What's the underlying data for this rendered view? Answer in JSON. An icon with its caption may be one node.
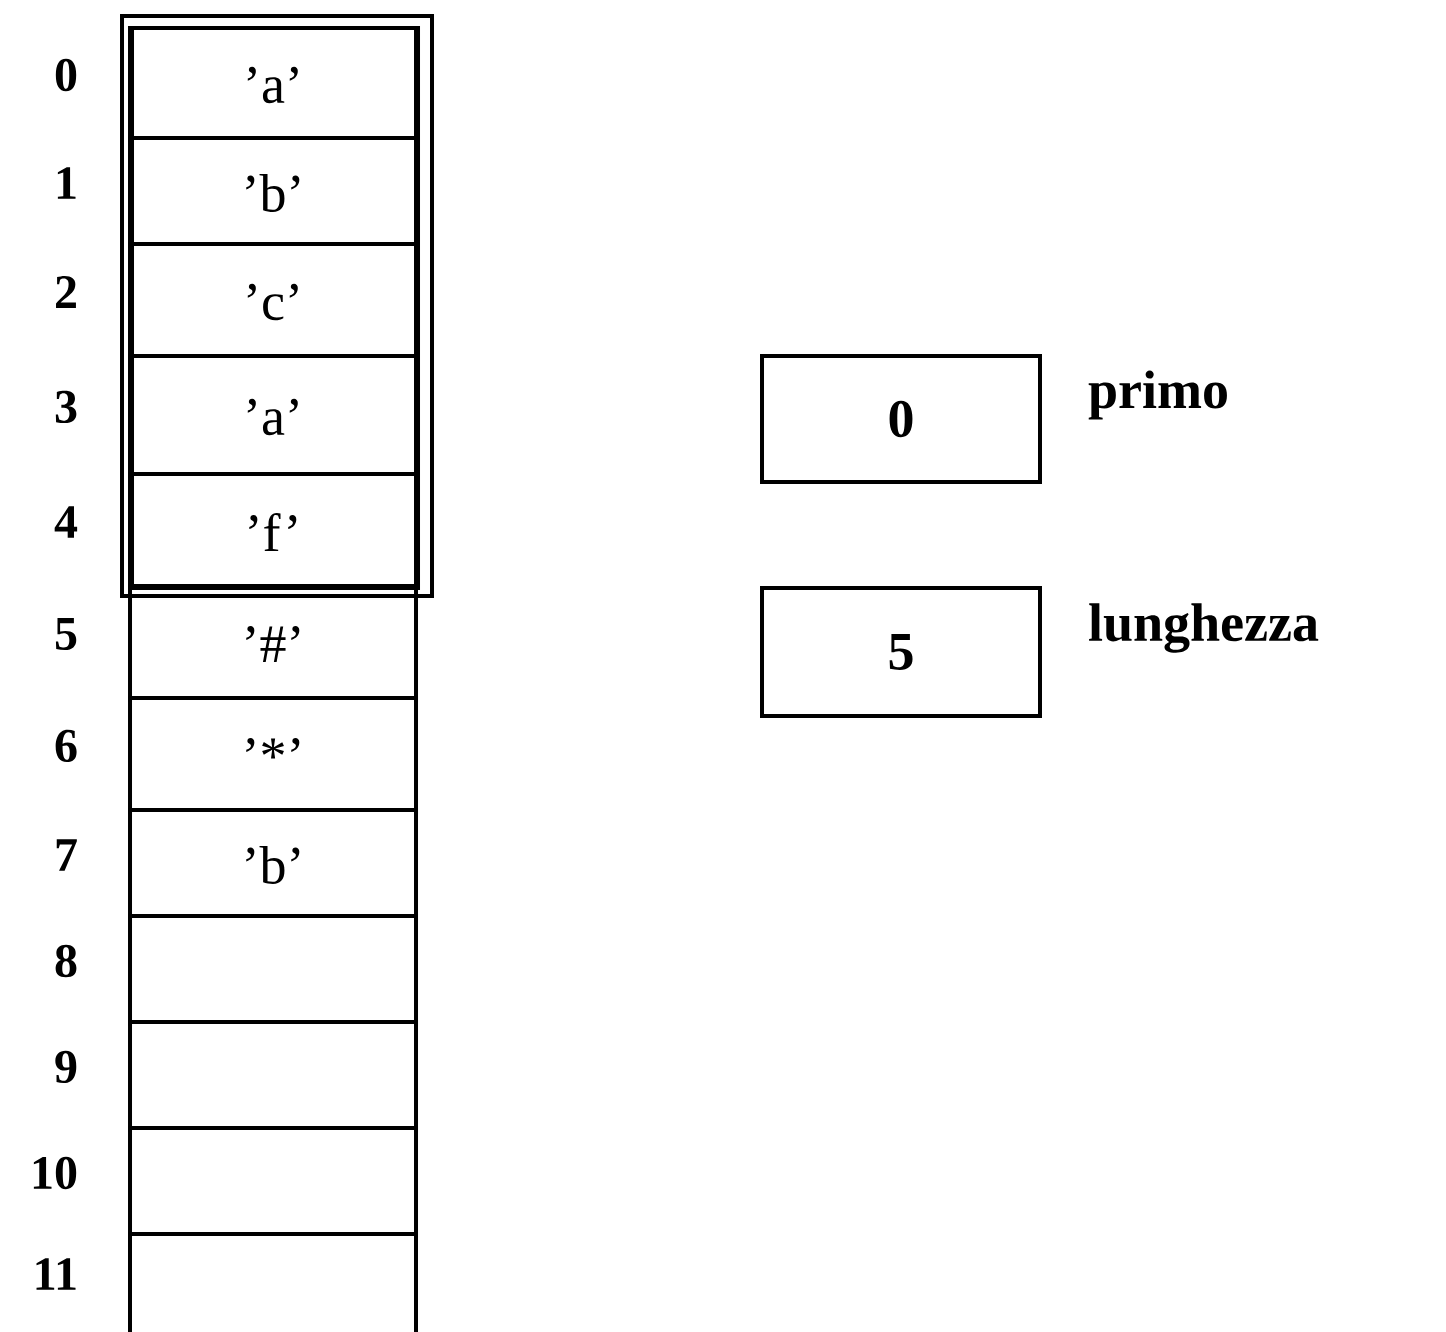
{
  "diagram": {
    "nodes": [
      {
        "text": [],
        "shape": "box"
      },
      {
        "text": [
          "’a’"
        ],
        "beside": [
          "0"
        ],
        "in": 0
      },
      {
        "text": [
          "’b’"
        ],
        "beside": [
          "1"
        ],
        "in": 0
      },
      {
        "text": [
          "’c’"
        ],
        "beside": [
          "2"
        ],
        "in": 0
      },
      {
        "text": [
          "’a’"
        ],
        "beside": [
          "3"
        ],
        "in": 0
      },
      {
        "text": [
          "’f’"
        ],
        "beside": [
          "4"
        ],
        "in": 0
      },
      {
        "text": [
          "’#’"
        ],
        "beside": [
          "5"
        ]
      },
      {
        "text": [
          "’*’"
        ],
        "beside": [
          "6"
        ]
      },
      {
        "text": [
          "’b’"
        ],
        "beside": [
          "7"
        ]
      },
      {
        "text": [],
        "shape": "box",
        "beside": [
          "8"
        ]
      },
      {
        "text": [],
        "shape": "box",
        "beside": [
          "9"
        ]
      },
      {
        "text": [],
        "shape": "box",
        "beside": [
          "10"
        ]
      },
      {
        "text": [],
        "shape": "box",
        "beside": [
          "11"
        ]
      },
      {
        "text": [
          "0"
        ],
        "beside": [
          "primo"
        ]
      },
      {
        "text": [
          "5"
        ],
        "beside": [
          "lunghezza"
        ]
      }
    ]
  }
}
